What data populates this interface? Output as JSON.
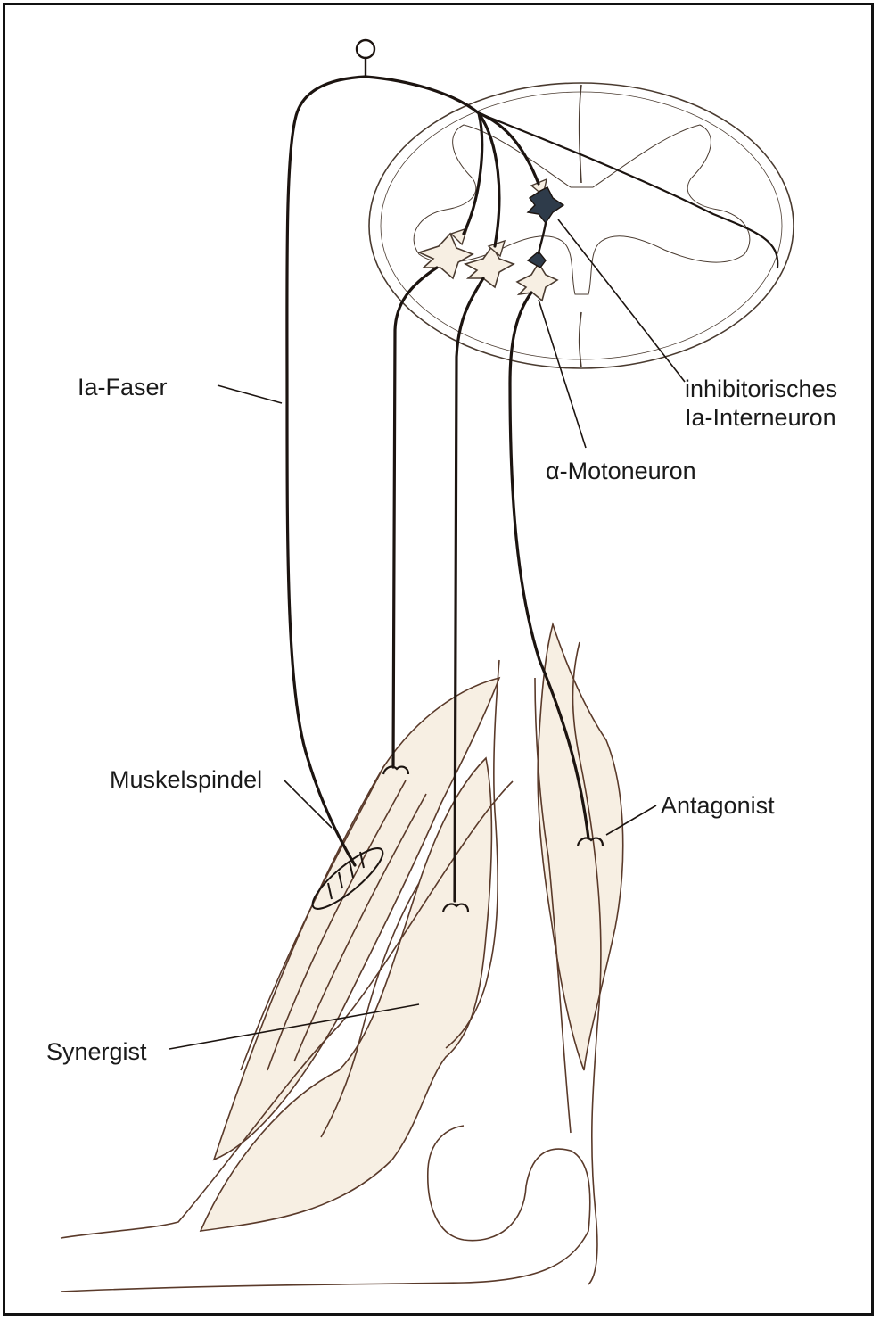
{
  "diagram": {
    "labels": {
      "ia_fiber": "Ia-Faser",
      "interneuron_line1": "inhibitorisches",
      "interneuron_line2": "Ia-Interneuron",
      "motoneuron": "α-Motoneuron",
      "muscle_spindle": "Muskelspindel",
      "antagonist": "Antagonist",
      "synergist": "Synergist"
    },
    "colors": {
      "muscle_fill": "#f7efe3",
      "nerve_fiber": "#1c1410",
      "muscle_outline": "#5a3a2a",
      "spinal_cord_outline": "#4a3b30",
      "interneuron_fill": "#2e3b4a",
      "frame": "#111111"
    }
  }
}
